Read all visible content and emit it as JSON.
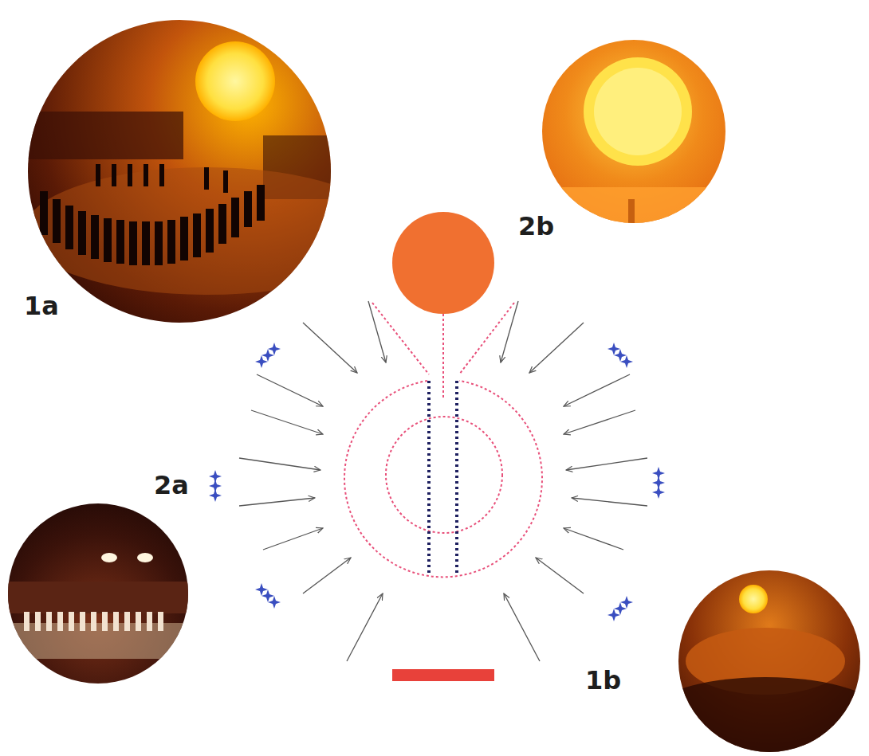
{
  "diagram": {
    "labels": [
      "1a",
      "2b",
      "2a",
      "1b"
    ]
  }
}
